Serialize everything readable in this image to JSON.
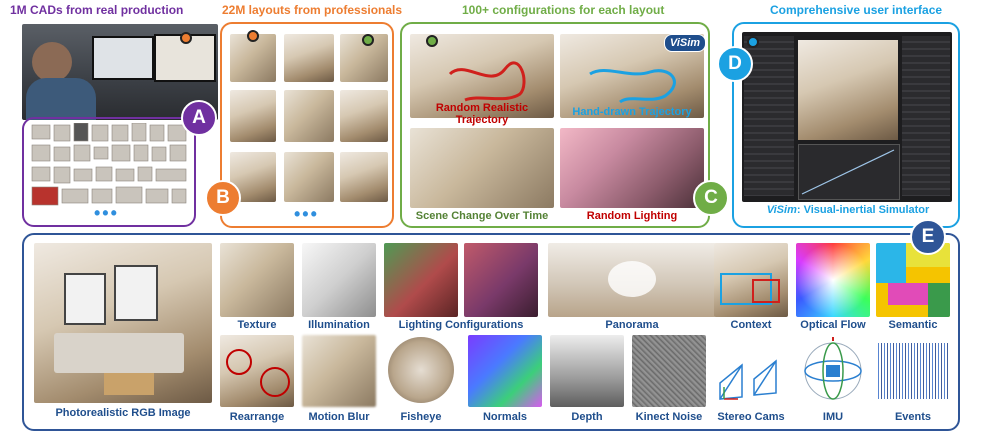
{
  "headings": {
    "a": "1M CADs from real production",
    "b": "22M layouts from professionals",
    "c": "100+ configurations for each layout",
    "d": "Comprehensive user interface"
  },
  "badges": {
    "a": "A",
    "b": "B",
    "c": "C",
    "d": "D",
    "e": "E"
  },
  "config_labels": {
    "random_traj_line1": "Random Realistic",
    "random_traj_line2": "Trajectory",
    "hand_drawn": "Hand-drawn Trajectory",
    "scene_change": "Scene Change Over Time",
    "random_lighting": "Random Lighting"
  },
  "visim_tag": "ViSim",
  "visim_caption_name": "ViSim",
  "visim_caption_rest": ": Visual-inertial Simulator",
  "ellipsis": "•••",
  "outputs": {
    "rgb": "Photorealistic RGB Image",
    "texture": "Texture",
    "illumination": "Illumination",
    "lighting": "Lighting Configurations",
    "panorama": "Panorama",
    "context": "Context",
    "optical_flow": "Optical Flow",
    "semantic": "Semantic",
    "rearrange": "Rearrange",
    "motion_blur": "Motion Blur",
    "fisheye": "Fisheye",
    "normals": "Normals",
    "depth": "Depth",
    "kinect_noise": "Kinect Noise",
    "stereo_cams": "Stereo Cams",
    "imu": "IMU",
    "events": "Events"
  },
  "colors": {
    "a": "#7030a0",
    "b": "#ed7d31",
    "c": "#70ad47",
    "d": "#1ba1e2",
    "e": "#2f5597",
    "caption": "#1f4e8c"
  }
}
